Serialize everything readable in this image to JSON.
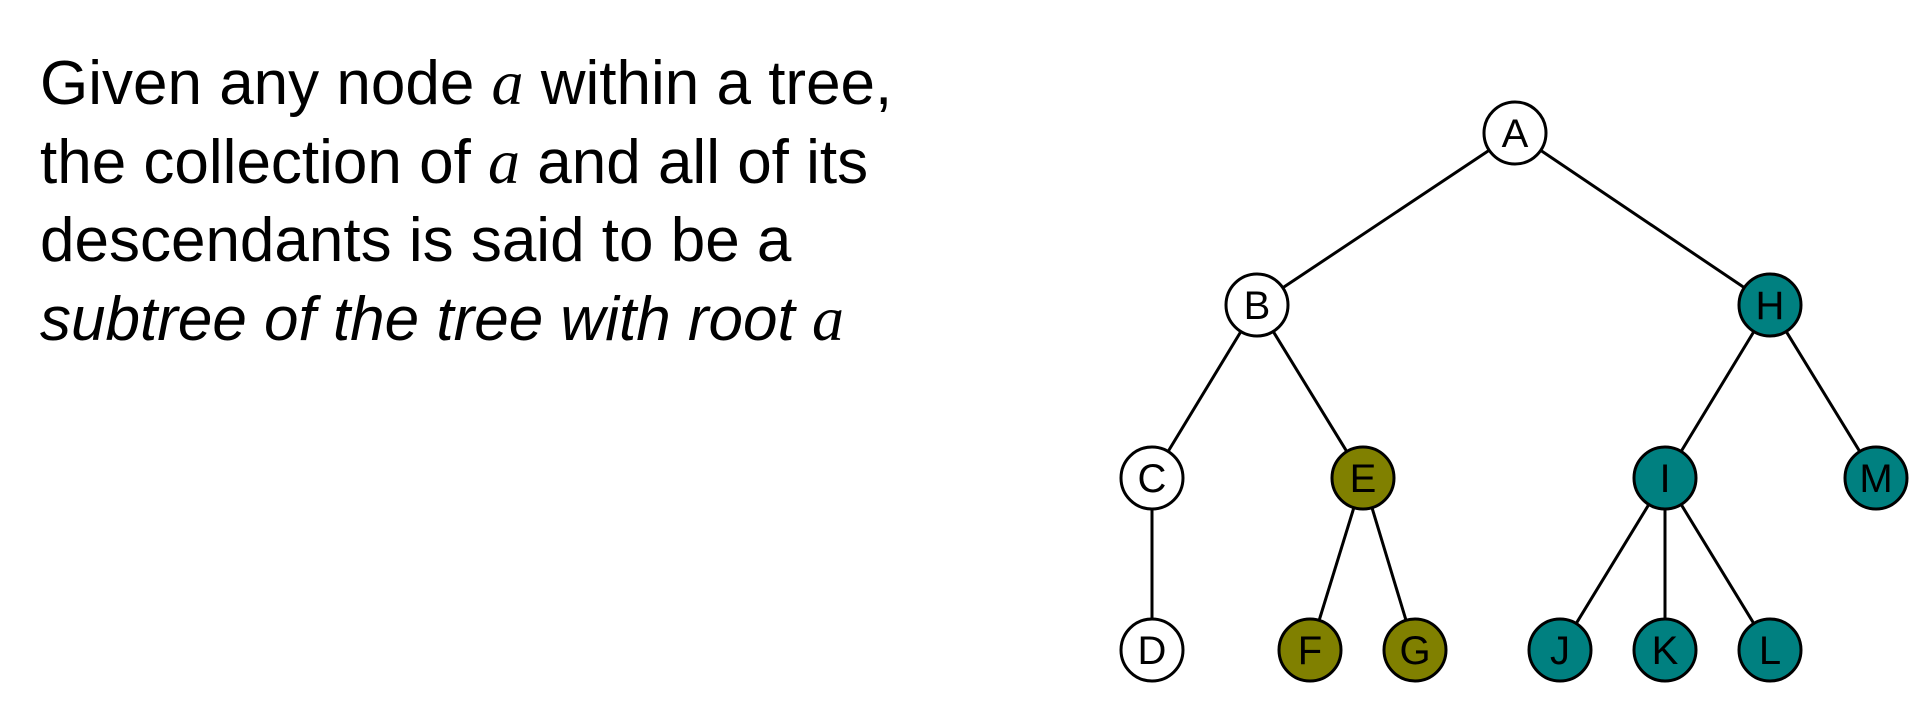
{
  "text": {
    "line1_a": "Given any node ",
    "line1_var": "a",
    "line1_b": " within a tree,",
    "line2_a": "the collection of ",
    "line2_var": "a",
    "line2_b": " and all of its",
    "line3": "descendants is said to be a",
    "line4_a": "subtree of the tree with root ",
    "line4_var": "a"
  },
  "colors": {
    "white_node": "#ffffff",
    "olive_node": "#808000",
    "teal_node": "#008080",
    "stroke": "#000000"
  },
  "tree": {
    "nodes": [
      {
        "id": "A",
        "label": "A",
        "fill": "white"
      },
      {
        "id": "B",
        "label": "B",
        "fill": "white"
      },
      {
        "id": "H",
        "label": "H",
        "fill": "teal"
      },
      {
        "id": "C",
        "label": "C",
        "fill": "white"
      },
      {
        "id": "E",
        "label": "E",
        "fill": "olive"
      },
      {
        "id": "I",
        "label": "I",
        "fill": "teal"
      },
      {
        "id": "M",
        "label": "M",
        "fill": "teal"
      },
      {
        "id": "D",
        "label": "D",
        "fill": "white"
      },
      {
        "id": "F",
        "label": "F",
        "fill": "olive"
      },
      {
        "id": "G",
        "label": "G",
        "fill": "olive"
      },
      {
        "id": "J",
        "label": "J",
        "fill": "teal"
      },
      {
        "id": "K",
        "label": "K",
        "fill": "teal"
      },
      {
        "id": "L",
        "label": "L",
        "fill": "teal"
      }
    ],
    "edges": [
      [
        "A",
        "B"
      ],
      [
        "A",
        "H"
      ],
      [
        "B",
        "C"
      ],
      [
        "B",
        "E"
      ],
      [
        "H",
        "I"
      ],
      [
        "H",
        "M"
      ],
      [
        "C",
        "D"
      ],
      [
        "E",
        "F"
      ],
      [
        "E",
        "G"
      ],
      [
        "I",
        "J"
      ],
      [
        "I",
        "K"
      ],
      [
        "I",
        "L"
      ]
    ]
  }
}
